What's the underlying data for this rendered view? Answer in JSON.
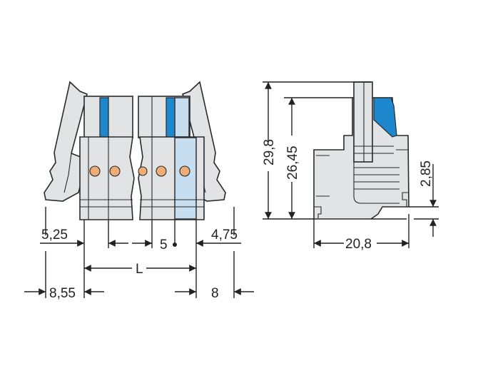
{
  "drawing": {
    "title": "Pluggable connector dimensional drawing",
    "colors": {
      "housing": "#e2e3e5",
      "marker_blue": "#1e88cf",
      "light_blue": "#c6def0",
      "pin": "#efad7a",
      "line": "#222222"
    },
    "front_view": {
      "dimensions": {
        "left_offset": "5,25",
        "pitch": "5",
        "right_offset": "4,75",
        "length": "L",
        "left_total": "8,55",
        "right_total": "8"
      }
    },
    "side_view": {
      "dimensions": {
        "total_height": "29,8",
        "body_height": "26,45",
        "foot_offset": "2,85",
        "depth": "20,8"
      }
    }
  }
}
